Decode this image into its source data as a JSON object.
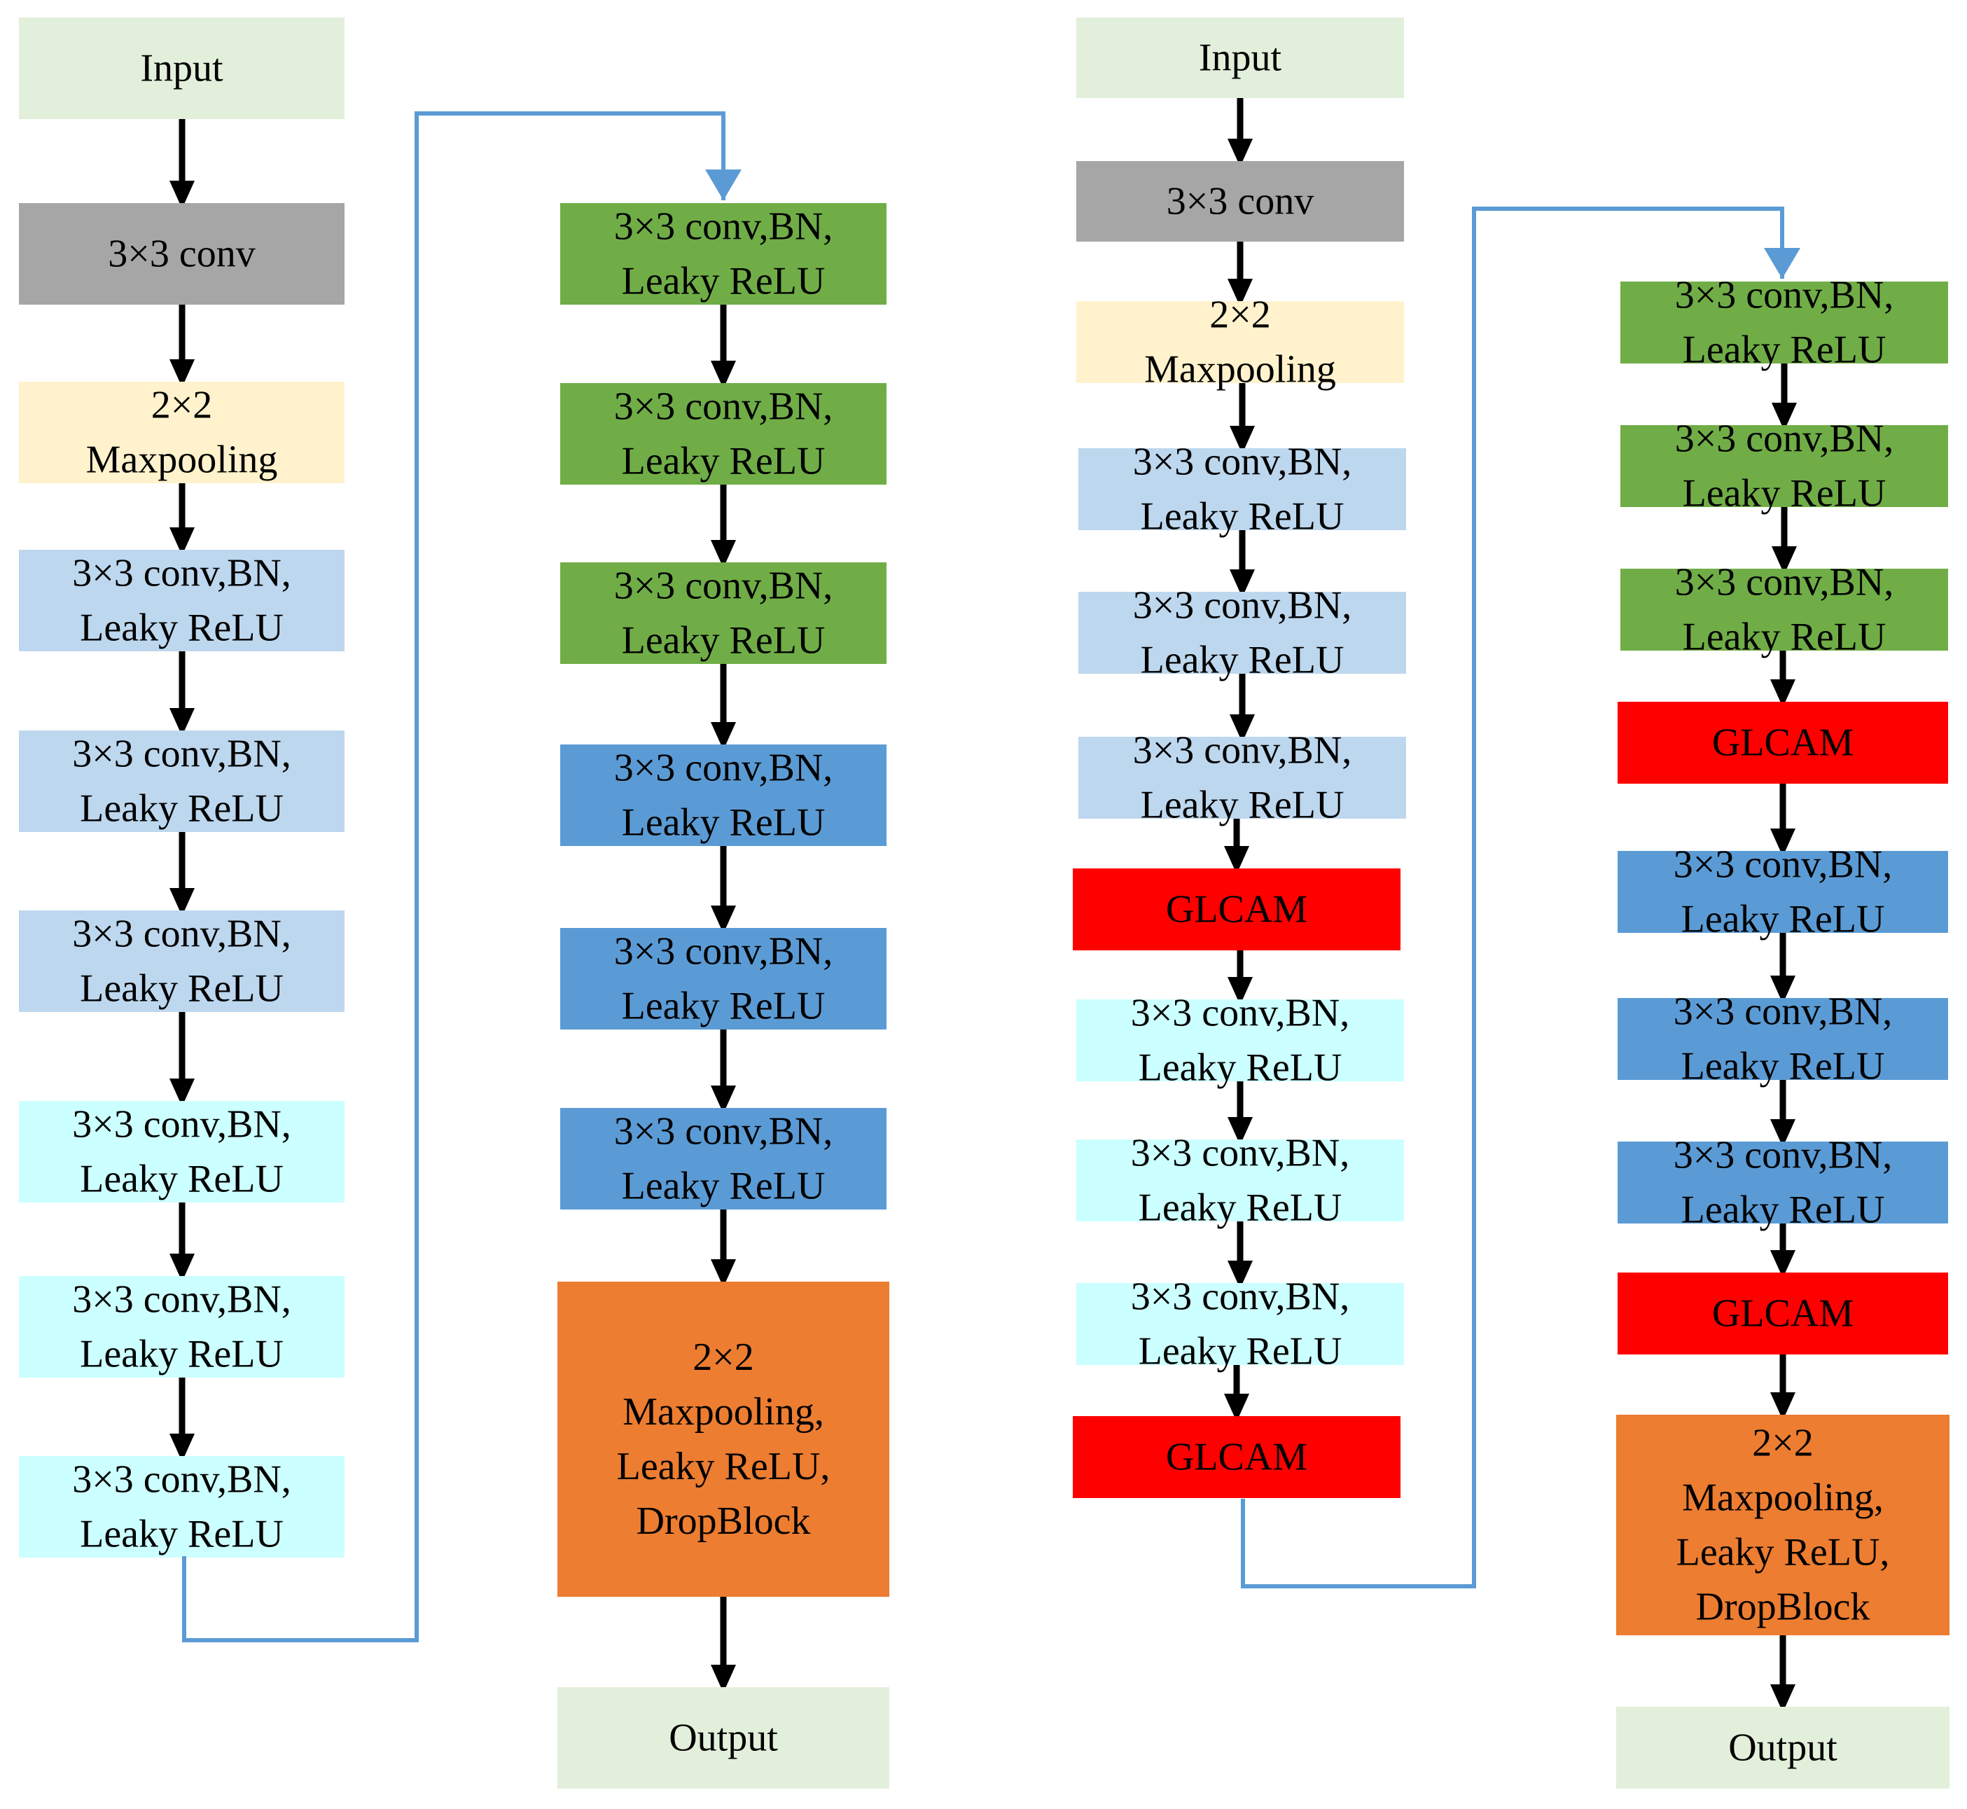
{
  "colors": {
    "input": "#E2EFDA",
    "conv": "#A6A6A6",
    "maxpool": "#FFF2CC",
    "light_blue": "#BDD7EE",
    "cyan": "#CCFFFF",
    "green": "#70AD47",
    "mid_blue": "#5B9BD5",
    "orange": "#ED7D31",
    "red": "#FF0000",
    "arrow": "#000000",
    "connector": "#5B9BD5"
  },
  "left_network": {
    "column1": [
      {
        "lines": [
          "Input"
        ],
        "color": "input"
      },
      {
        "lines": [
          "3×3 conv"
        ],
        "color": "conv"
      },
      {
        "lines": [
          "2×2",
          "Maxpooling"
        ],
        "color": "maxpool"
      },
      {
        "lines": [
          "3×3 conv,BN,",
          "Leaky ReLU"
        ],
        "color": "light_blue"
      },
      {
        "lines": [
          "3×3 conv,BN,",
          "Leaky ReLU"
        ],
        "color": "light_blue"
      },
      {
        "lines": [
          "3×3 conv,BN,",
          "Leaky ReLU"
        ],
        "color": "light_blue"
      },
      {
        "lines": [
          "3×3 conv,BN,",
          "Leaky ReLU"
        ],
        "color": "cyan"
      },
      {
        "lines": [
          "3×3 conv,BN,",
          "Leaky ReLU"
        ],
        "color": "cyan"
      },
      {
        "lines": [
          "3×3 conv,BN,",
          "Leaky ReLU"
        ],
        "color": "cyan"
      }
    ],
    "column2": [
      {
        "lines": [
          "3×3 conv,BN,",
          "Leaky ReLU"
        ],
        "color": "green"
      },
      {
        "lines": [
          "3×3 conv,BN,",
          "Leaky ReLU"
        ],
        "color": "green"
      },
      {
        "lines": [
          "3×3 conv,BN,",
          "Leaky ReLU"
        ],
        "color": "green"
      },
      {
        "lines": [
          "3×3 conv,BN,",
          "Leaky ReLU"
        ],
        "color": "mid_blue"
      },
      {
        "lines": [
          "3×3 conv,BN,",
          "Leaky ReLU"
        ],
        "color": "mid_blue"
      },
      {
        "lines": [
          "3×3 conv,BN,",
          "Leaky ReLU"
        ],
        "color": "mid_blue"
      },
      {
        "lines": [
          "2×2",
          "Maxpooling,",
          "Leaky ReLU,",
          "DropBlock"
        ],
        "color": "orange"
      },
      {
        "lines": [
          "Output"
        ],
        "color": "input"
      }
    ]
  },
  "right_network": {
    "column1": [
      {
        "lines": [
          "Input"
        ],
        "color": "input"
      },
      {
        "lines": [
          "3×3 conv"
        ],
        "color": "conv"
      },
      {
        "lines": [
          "2×2",
          "Maxpooling"
        ],
        "color": "maxpool"
      },
      {
        "lines": [
          "3×3 conv,BN,",
          "Leaky ReLU"
        ],
        "color": "light_blue"
      },
      {
        "lines": [
          "3×3 conv,BN,",
          "Leaky ReLU"
        ],
        "color": "light_blue"
      },
      {
        "lines": [
          "3×3 conv,BN,",
          "Leaky ReLU"
        ],
        "color": "light_blue"
      },
      {
        "lines": [
          "GLCAM"
        ],
        "color": "red"
      },
      {
        "lines": [
          "3×3 conv,BN,",
          "Leaky ReLU"
        ],
        "color": "cyan"
      },
      {
        "lines": [
          "3×3 conv,BN,",
          "Leaky ReLU"
        ],
        "color": "cyan"
      },
      {
        "lines": [
          "3×3 conv,BN,",
          "Leaky ReLU"
        ],
        "color": "cyan"
      },
      {
        "lines": [
          "GLCAM"
        ],
        "color": "red"
      }
    ],
    "column2": [
      {
        "lines": [
          "3×3 conv,BN,",
          "Leaky ReLU"
        ],
        "color": "green"
      },
      {
        "lines": [
          "3×3 conv,BN,",
          "Leaky ReLU"
        ],
        "color": "green"
      },
      {
        "lines": [
          "3×3 conv,BN,",
          "Leaky ReLU"
        ],
        "color": "green"
      },
      {
        "lines": [
          "GLCAM"
        ],
        "color": "red"
      },
      {
        "lines": [
          "3×3 conv,BN,",
          "Leaky ReLU"
        ],
        "color": "mid_blue"
      },
      {
        "lines": [
          "3×3 conv,BN,",
          "Leaky ReLU"
        ],
        "color": "mid_blue"
      },
      {
        "lines": [
          "3×3 conv,BN,",
          "Leaky ReLU"
        ],
        "color": "mid_blue"
      },
      {
        "lines": [
          "GLCAM"
        ],
        "color": "red"
      },
      {
        "lines": [
          "2×2",
          "Maxpooling,",
          "Leaky ReLU,",
          "DropBlock"
        ],
        "color": "orange"
      },
      {
        "lines": [
          "Output"
        ],
        "color": "input"
      }
    ]
  }
}
